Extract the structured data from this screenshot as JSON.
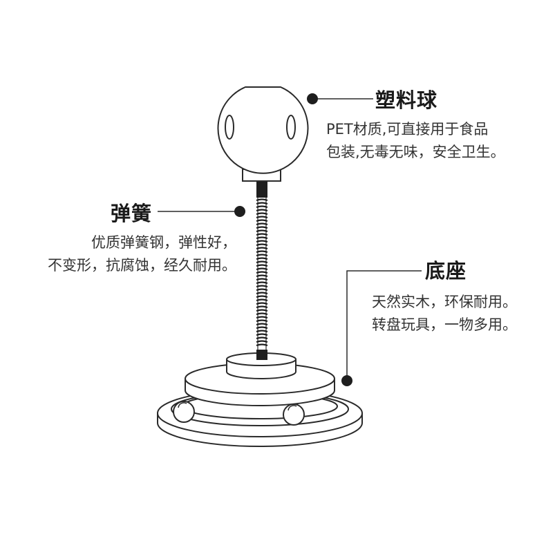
{
  "callouts": {
    "ball": {
      "title": "塑料球",
      "lines": [
        "PET材质,可直接用于食品",
        "包装,无毒无味，安全卫生。"
      ]
    },
    "spring": {
      "title": "弹簧",
      "lines": [
        "优质弹簧钢，弹性好，",
        "不变形，抗腐蚀，经久耐用。"
      ]
    },
    "base": {
      "title": "底座",
      "lines": [
        "天然实木，环保耐用。",
        "转盘玩具，一物多用。"
      ]
    }
  },
  "colors": {
    "line": "#2a2a2a",
    "fill": "#ffffff",
    "dark": "#1e1e1e"
  }
}
